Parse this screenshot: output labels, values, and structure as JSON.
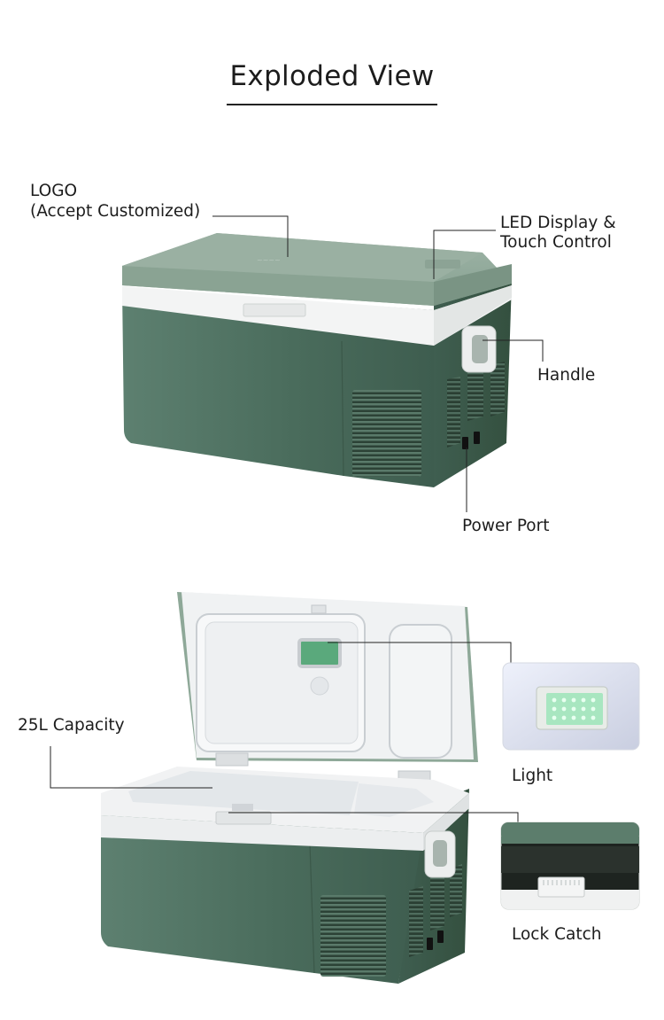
{
  "title": "Exploded View",
  "labels": {
    "logo": "LOGO",
    "logo_sub": "(Accept Customized)",
    "led_line1": "LED Display &",
    "led_line2": "Touch Control",
    "handle": "Handle",
    "power_port": "Power Port",
    "capacity": "25L Capacity",
    "light": "Light",
    "lock_catch": "Lock Catch"
  },
  "colors": {
    "body_green": "#4b6e5e",
    "lid_green": "#8fa898",
    "white_trim": "#f3f4f4",
    "text": "#1c1c1c"
  }
}
